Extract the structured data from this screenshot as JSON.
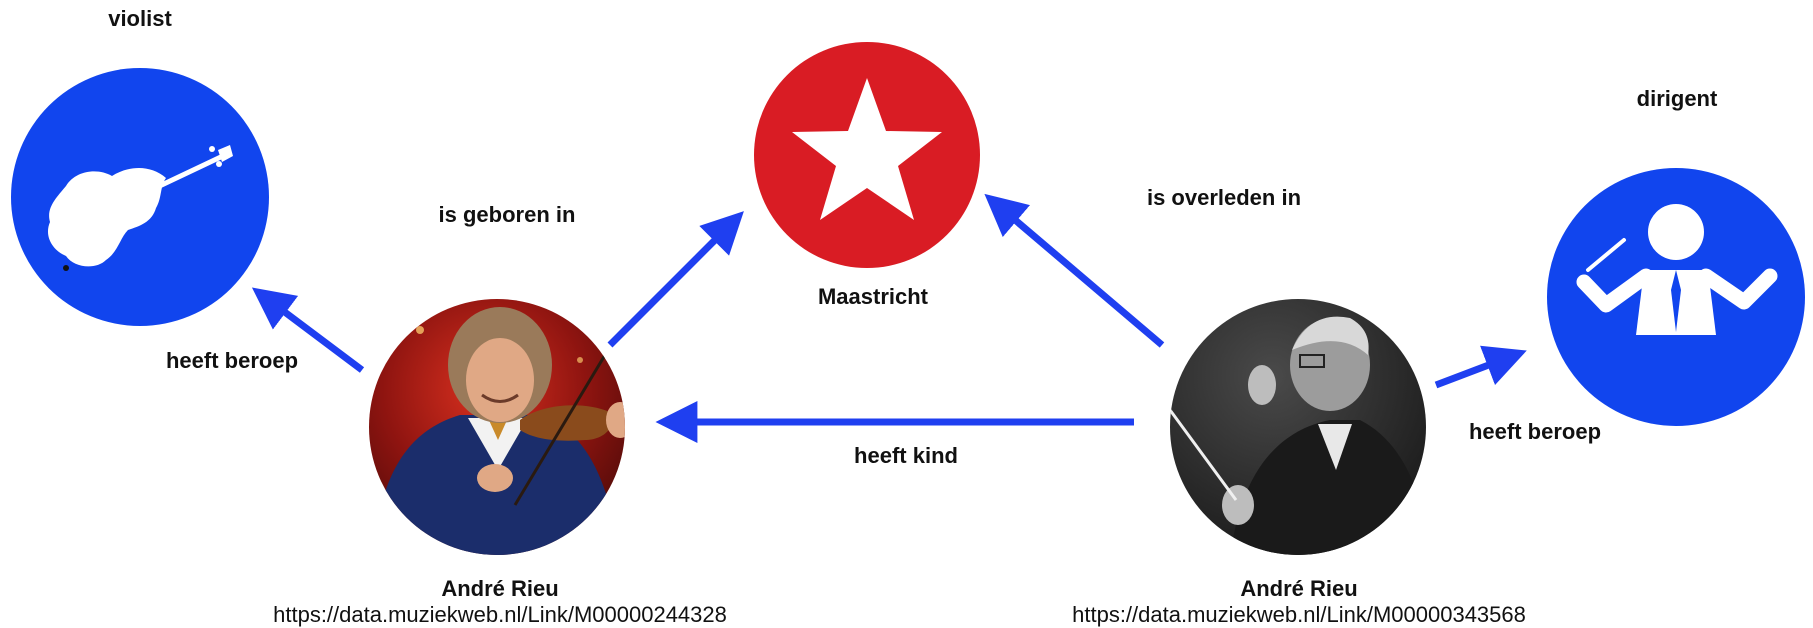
{
  "colors": {
    "edge": "#1f3ff0",
    "occupation_node": "#1145ee",
    "place_node": "#d91c24",
    "icon_fill": "#ffffff",
    "label_text": "#111111"
  },
  "nodes": {
    "violist": {
      "label": "violist",
      "icon": "violin-icon"
    },
    "maastricht": {
      "label": "Maastricht",
      "icon": "star-icon"
    },
    "dirigent": {
      "label": "dirigent",
      "icon": "conductor-icon"
    },
    "andre_rieu_son": {
      "name": "André Rieu",
      "url": "https://data.muziekweb.nl/Link/M00000244328",
      "photo": "violinist-photo"
    },
    "andre_rieu_father": {
      "name": "André Rieu",
      "url": "https://data.muziekweb.nl/Link/M00000343568",
      "photo": "conductor-photo"
    }
  },
  "edges": {
    "son_occupation": {
      "label": "heeft beroep"
    },
    "son_born": {
      "label": "is geboren in"
    },
    "father_died": {
      "label": "is overleden in"
    },
    "father_child": {
      "label": "heeft kind"
    },
    "father_occupation": {
      "label": "heeft beroep"
    }
  }
}
